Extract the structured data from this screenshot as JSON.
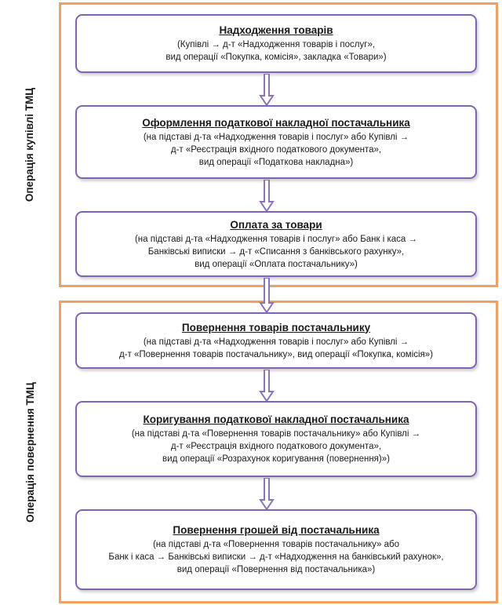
{
  "sections": [
    {
      "label": "Операція купівлі ТМЦ"
    },
    {
      "label": "Операція повернення ТМЦ"
    }
  ],
  "steps": [
    {
      "title": "Надходження товарів",
      "lines": [
        "(Купівлі → д-т «Надходження товарів і послуг»,",
        "вид операції «Покупка, комісія», закладка «Товари»)"
      ]
    },
    {
      "title": "Оформлення податкової накладної постачальника",
      "lines": [
        "(на підставі д-та «Надходження товарів і послуг» або Купівлі →",
        "д-т «Реєстрація вхідного податкового документа»,",
        "вид операції «Податкова накладна»)"
      ]
    },
    {
      "title": "Оплата за товари",
      "lines": [
        "(на підставі д-та «Надходження товарів і послуг» або Банк і каса →",
        "Банківські виписки → д-т «Списання з банківського рахунку»,",
        "вид операції «Оплата постачальнику»)"
      ]
    },
    {
      "title": "Повернення товарів постачальнику",
      "lines": [
        "(на підставі д-та «Надходження товарів і послуг» або Купівлі →",
        "д-т «Повернення товарів постачальнику», вид операції «Покупка, комісія»)"
      ]
    },
    {
      "title": "Коригування податкової накладної постачальника",
      "lines": [
        "(на підставі д-та «Повернення товарів постачальнику» або Купівлі →",
        "д-т «Реєстрація вхідного податкового документа»,",
        "вид операції «Розрахунок коригування (повернення)»)"
      ]
    },
    {
      "title": "Повернення грошей від постачальника",
      "lines": [
        "(на підставі д-та «Повернення товарів постачальнику» або",
        "Банк і каса → Банківські виписки → д-т «Надходження на банківський рахунок»,",
        "вид операції «Повернення від постачальника»)"
      ]
    }
  ],
  "colors": {
    "section_border": "#f0a060",
    "box_border": "#7e63b8",
    "arrow": "#8a72c0"
  }
}
